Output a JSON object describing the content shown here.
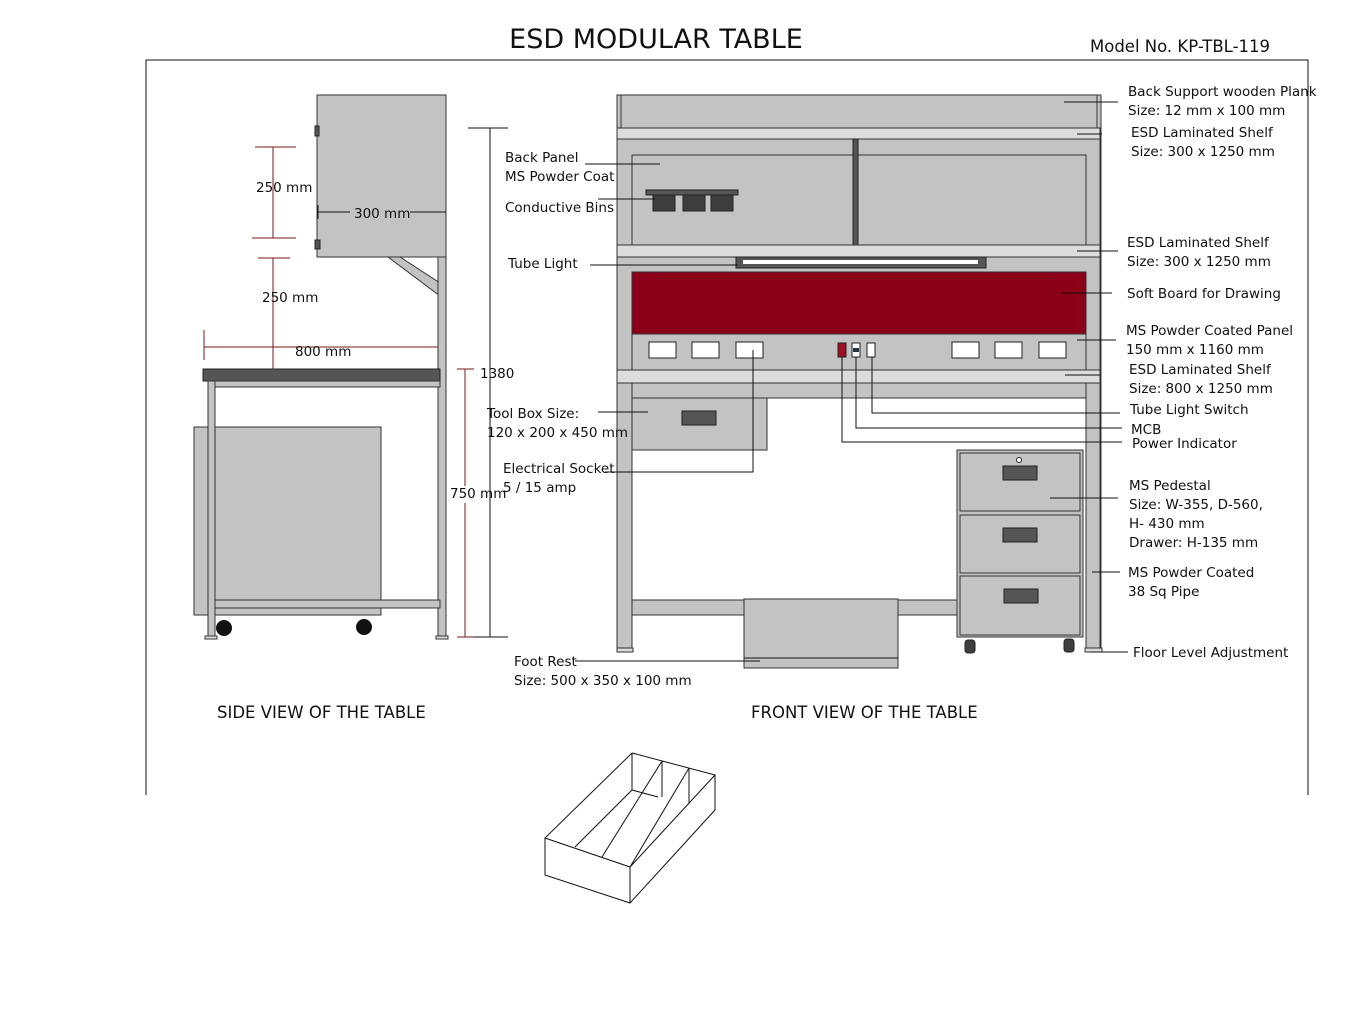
{
  "title": "ESD MODULAR TABLE",
  "model": "Model No. KP-TBL-119",
  "colors": {
    "panel_gray": "#c3c3c3",
    "soft_board": "#8b0018",
    "dark": "#555555"
  },
  "side_view": {
    "caption": "SIDE VIEW OF THE TABLE",
    "dims": {
      "upper_gap": "250 mm",
      "cabinet_depth": "300 mm",
      "lower_gap": "250 mm",
      "table_depth": "800 mm",
      "total_height": "1380",
      "table_height": "750 mm"
    }
  },
  "front_view": {
    "caption": "FRONT VIEW OF THE TABLE",
    "left_labels": {
      "back_panel_1": "Back Panel",
      "back_panel_2": "MS Powder Coat",
      "bins": "Conductive Bins",
      "tube_light": "Tube Light",
      "toolbox_1": "Tool Box Size:",
      "toolbox_2": "120 x 200 x 450 mm",
      "socket_1": "Electrical Socket",
      "socket_2": "5 / 15 amp",
      "footrest_1": "Foot Rest",
      "footrest_2": "Size: 500 x 350 x 100 mm"
    },
    "right_labels": {
      "plank_1": "Back Support wooden Plank",
      "plank_2": "Size: 12 mm x 100 mm",
      "shelf1_1": "ESD Laminated Shelf",
      "shelf1_2": "Size: 300 x 1250 mm",
      "shelf2_1": "ESD Laminated Shelf",
      "shelf2_2": "Size: 300 x 1250 mm",
      "softboard": "Soft Board for Drawing",
      "panel_1": "MS Powder Coated Panel",
      "panel_2": "150 mm x 1160 mm",
      "shelf3_1": "ESD Laminated Shelf",
      "shelf3_2": "Size: 800 x 1250 mm",
      "switch": "Tube Light Switch",
      "mcb": "MCB",
      "indicator": "Power Indicator",
      "pedestal_1": "MS Pedestal",
      "pedestal_2": "Size: W-355, D-560,",
      "pedestal_3": "H- 430 mm",
      "pedestal_4": "Drawer: H-135 mm",
      "pipe_1": "MS Powder Coated",
      "pipe_2": "38 Sq Pipe",
      "floor": "Floor Level Adjustment"
    }
  }
}
